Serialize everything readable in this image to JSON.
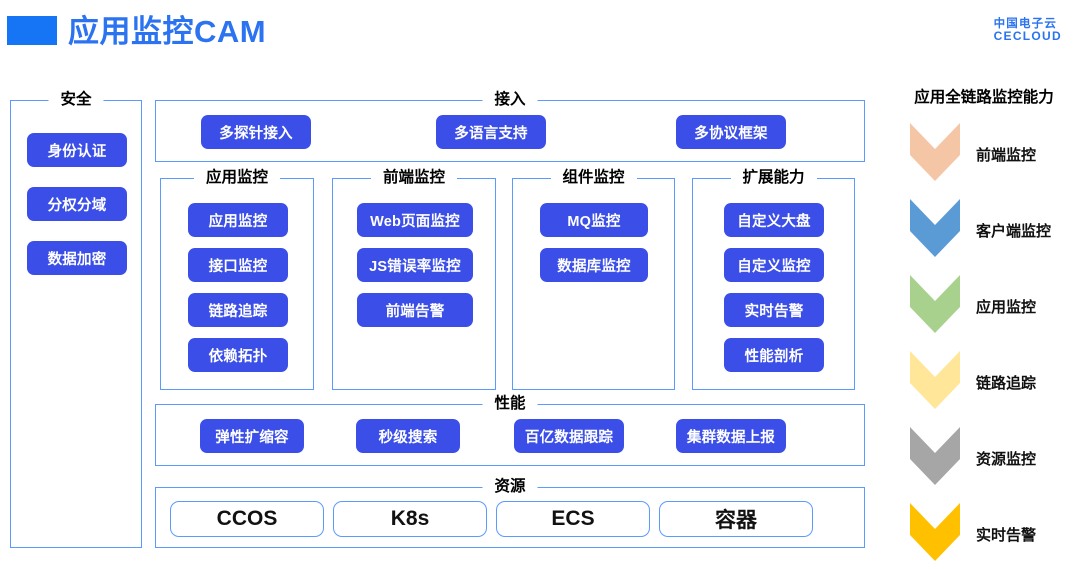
{
  "header": {
    "title": "应用监控CAM",
    "accent_color": "#1675F5",
    "title_color": "#2B73F0",
    "brand": {
      "mark": "cc-logo-icon",
      "name_cn": "中国电子云",
      "name_en": "CECLOUD"
    }
  },
  "security": {
    "title": "安全",
    "items": [
      {
        "label": "身份认证"
      },
      {
        "label": "分权分域"
      },
      {
        "label": "数据加密"
      }
    ]
  },
  "access": {
    "title": "接入",
    "items": [
      {
        "label": "多探针接入"
      },
      {
        "label": "多语言支持"
      },
      {
        "label": "多协议框架"
      }
    ]
  },
  "columns": [
    {
      "title": "应用监控",
      "items": [
        {
          "label": "应用监控"
        },
        {
          "label": "接口监控"
        },
        {
          "label": "链路追踪"
        },
        {
          "label": "依赖拓扑"
        }
      ]
    },
    {
      "title": "前端监控",
      "items": [
        {
          "label": "Web页面监控"
        },
        {
          "label": "JS错误率监控"
        },
        {
          "label": "前端告警"
        }
      ]
    },
    {
      "title": "组件监控",
      "items": [
        {
          "label": "MQ监控"
        },
        {
          "label": "数据库监控"
        }
      ]
    },
    {
      "title": "扩展能力",
      "items": [
        {
          "label": "自定义大盘"
        },
        {
          "label": "自定义监控"
        },
        {
          "label": "实时告警"
        },
        {
          "label": "性能剖析"
        }
      ]
    }
  ],
  "performance": {
    "title": "性能",
    "items": [
      {
        "label": "弹性扩缩容"
      },
      {
        "label": "秒级搜索"
      },
      {
        "label": "百亿数据跟踪"
      },
      {
        "label": "集群数据上报"
      }
    ]
  },
  "resource": {
    "title": "资源",
    "items": [
      {
        "label": "CCOS"
      },
      {
        "label": "K8s"
      },
      {
        "label": "ECS"
      },
      {
        "label": "容器"
      }
    ]
  },
  "capability_legend": {
    "title": "应用全链路监控能力",
    "items": [
      {
        "label": "前端监控",
        "color": "#F5C6A5"
      },
      {
        "label": "客户端监控",
        "color": "#5B9BD5"
      },
      {
        "label": "应用监控",
        "color": "#A9D18E"
      },
      {
        "label": "链路追踪",
        "color": "#FFE699"
      },
      {
        "label": "资源监控",
        "color": "#A6A6A6"
      },
      {
        "label": "实时告警",
        "color": "#FFC000"
      }
    ]
  },
  "theme": {
    "pill_color": "#3B4FE8",
    "border_color": "#5B9BFF"
  }
}
